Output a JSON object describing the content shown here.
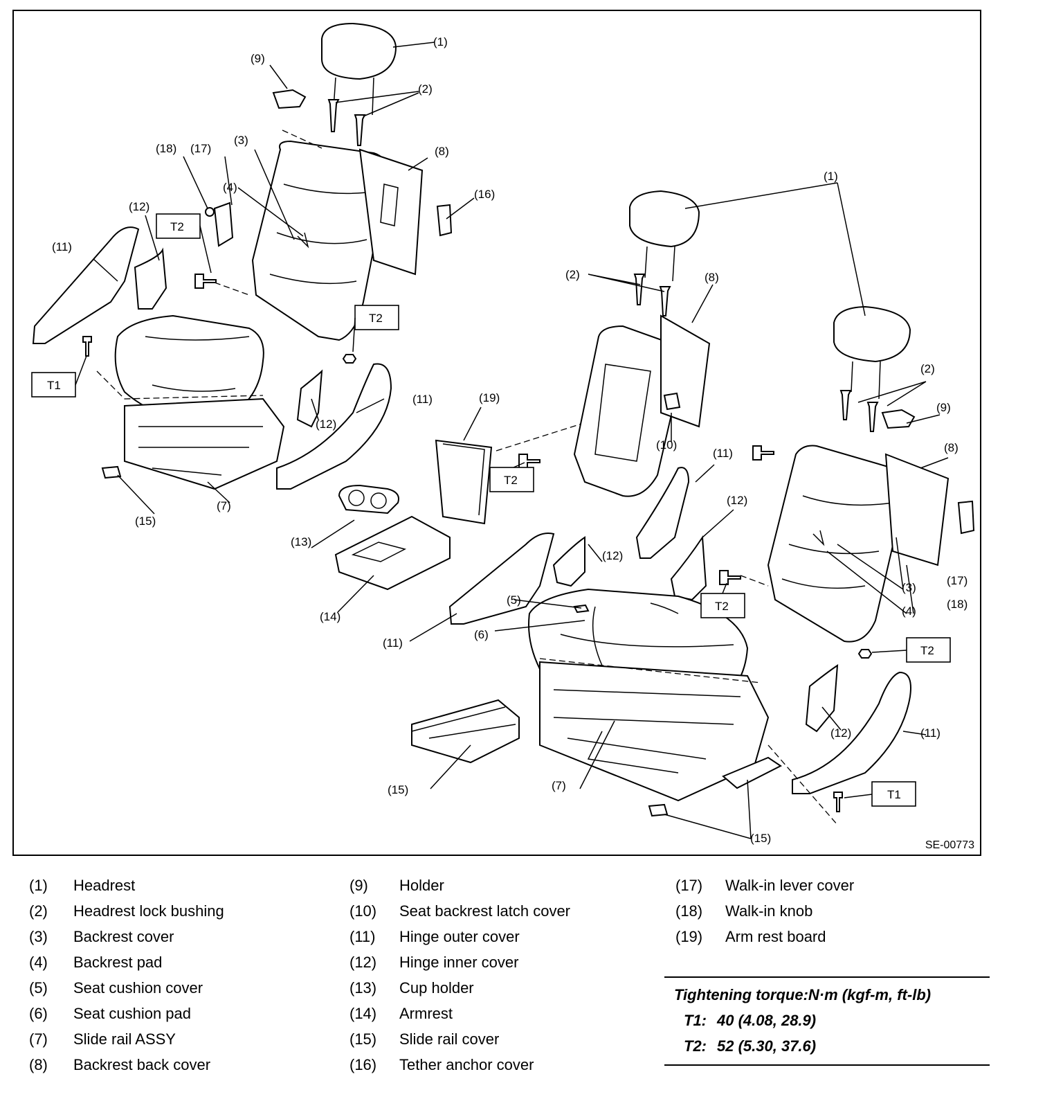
{
  "diagram": {
    "code": "SE-00773",
    "callouts": [
      "(1)",
      "(2)",
      "(3)",
      "(4)",
      "(5)",
      "(6)",
      "(7)",
      "(8)",
      "(9)",
      "(10)",
      "(11)",
      "(12)",
      "(13)",
      "(14)",
      "(15)",
      "(16)",
      "(17)",
      "(18)",
      "(19)"
    ],
    "torque_tags": [
      "T1",
      "T2"
    ]
  },
  "legend": {
    "col1": [
      {
        "num": "(1)",
        "label": "Headrest"
      },
      {
        "num": "(2)",
        "label": "Headrest lock bushing"
      },
      {
        "num": "(3)",
        "label": "Backrest cover"
      },
      {
        "num": "(4)",
        "label": "Backrest pad"
      },
      {
        "num": "(5)",
        "label": "Seat cushion cover"
      },
      {
        "num": "(6)",
        "label": "Seat cushion pad"
      },
      {
        "num": "(7)",
        "label": "Slide rail ASSY"
      },
      {
        "num": "(8)",
        "label": "Backrest back cover"
      }
    ],
    "col2": [
      {
        "num": "(9)",
        "label": "Holder"
      },
      {
        "num": "(10)",
        "label": "Seat backrest latch cover"
      },
      {
        "num": "(11)",
        "label": "Hinge outer cover"
      },
      {
        "num": "(12)",
        "label": "Hinge inner cover"
      },
      {
        "num": "(13)",
        "label": "Cup holder"
      },
      {
        "num": "(14)",
        "label": "Armrest"
      },
      {
        "num": "(15)",
        "label": "Slide rail cover"
      },
      {
        "num": "(16)",
        "label": "Tether anchor cover"
      }
    ],
    "col3": [
      {
        "num": "(17)",
        "label": "Walk-in lever cover"
      },
      {
        "num": "(18)",
        "label": "Walk-in knob"
      },
      {
        "num": "(19)",
        "label": "Arm rest board"
      }
    ]
  },
  "torque": {
    "title": "Tightening torque:N·m (kgf-m, ft-lb)",
    "items": [
      {
        "key": "T1:",
        "value": "40 (4.08, 28.9)"
      },
      {
        "key": "T2:",
        "value": "52 (5.30, 37.6)"
      }
    ]
  }
}
